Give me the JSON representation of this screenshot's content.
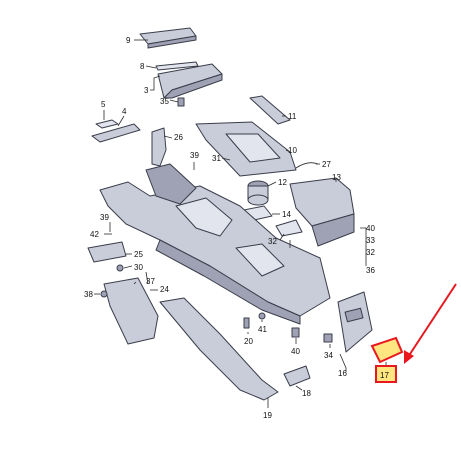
{
  "diagram": {
    "callouts": [
      "9",
      "8",
      "3",
      "35",
      "5",
      "4",
      "26",
      "11",
      "10",
      "39",
      "31",
      "27",
      "12",
      "13",
      "14",
      "39",
      "42",
      "32",
      "40",
      "33",
      "32",
      "25",
      "30",
      "37",
      "36",
      "38",
      "24",
      "41",
      "20",
      "40",
      "34",
      "16",
      "17",
      "19",
      "18"
    ],
    "highlight": {
      "callout": "17",
      "fill": "#ffe680",
      "border": "#e8181e"
    },
    "arrow_color": "#e8181e",
    "part_fill": "#c9ccd9",
    "part_stroke": "#3a3d4a"
  }
}
